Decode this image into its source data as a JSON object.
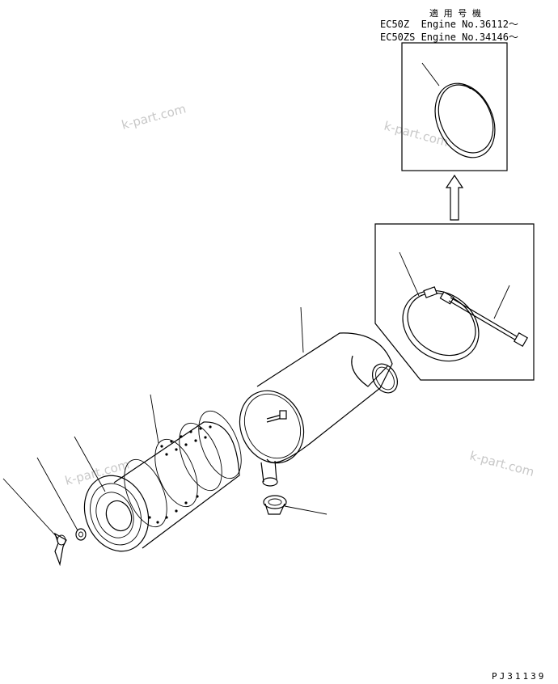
{
  "applicable_header": "適 用 号 機",
  "applicable_rows": [
    "EC50Z  Engine No.36112～",
    "EC50ZS Engine No.34146～"
  ],
  "drawing_code": "PJ31139",
  "watermark_text": "k-part.com",
  "icons": {
    "direction_arrow": "up-arrow-icon"
  },
  "colors": {
    "line": "#000000",
    "watermark": "#c8c8c8",
    "background": "#ffffff"
  }
}
